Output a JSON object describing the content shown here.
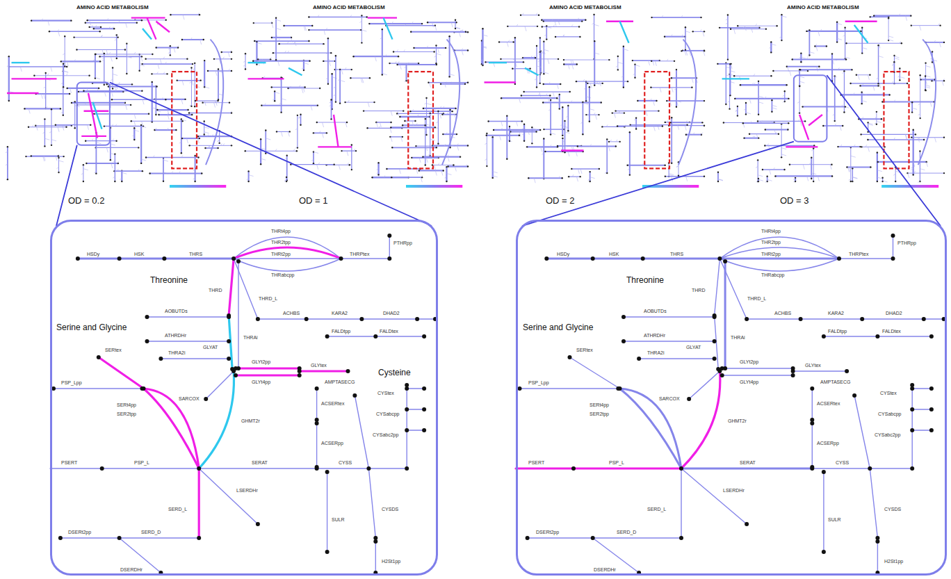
{
  "diagram": {
    "nodes": [
      {
        "text": [
          "AMINO ACID METABOLISM",
          "OD = 0.2"
        ]
      },
      {
        "text": [
          "AMINO ACID METABOLISM",
          "OD = 1"
        ]
      },
      {
        "text": [
          "AMINO ACID METABOLISM",
          "OD = 2"
        ]
      },
      {
        "text": [
          "AMINO ACID METABOLISM",
          "OD = 3"
        ]
      },
      {
        "text": [
          "Threonine",
          "Serine and Glycine",
          "Cysteine"
        ]
      },
      {
        "text": [
          "Threonine",
          "Serine and Glycine"
        ]
      }
    ],
    "edges": [
      {
        "from": 0,
        "to": 4,
        "arrow": "none"
      },
      {
        "from": 3,
        "to": 5,
        "arrow": "none"
      }
    ],
    "labels": [
      "HSDy",
      "HSK",
      "THRS",
      "THRt4pp",
      "THR2tpp",
      "THRt2pp",
      "THRabcpp",
      "THRPtex",
      "PTHRpp",
      "THRD",
      "THRD_L",
      "ACHBS",
      "KARA2",
      "DHAD2",
      "THRAi",
      "AOBUTDs",
      "ATHRDHr",
      "THRA2i",
      "GLYAT",
      "FALDtpp",
      "FALDtex",
      "SARCOX",
      "GLYt2pp",
      "GLYt4pp",
      "GLYtex",
      "SERtex",
      "PSP_Lpp",
      "SERt4pp",
      "SER2tpp",
      "GHMT2r",
      "ACSERtex",
      "ACSERpp",
      "AMPTASECG",
      "PSERT",
      "PSP_L",
      "SERAT",
      "CYSS",
      "CYStex",
      "CYSabcpp",
      "CYSabc2pp",
      "LSERDHr",
      "SERD_L",
      "SERD_D",
      "DSERt2pp",
      "DSERDHr",
      "SULR",
      "CYSDS",
      "H2St1pp",
      "HSDy",
      "HSK",
      "THRS",
      "THRt4pp",
      "THR2tpp",
      "THRt2pp",
      "THRabcpp",
      "THRPtex",
      "PTHRpp",
      "THRD",
      "THRD_L",
      "ACHBS",
      "KARA2",
      "DHAD2",
      "THRAi",
      "AOBUTDs",
      "ATHRDHr",
      "THRA2i",
      "GLYAT",
      "FALDtpp",
      "FALDtex",
      "SARCOX",
      "GLYt2pp",
      "GLYt4pp",
      "GLYtex",
      "SERtex",
      "PSP_Lpp",
      "SERt4pp",
      "SER2tpp",
      "GHMT2r",
      "ACSERtex",
      "ACSERpp",
      "AMPTASECG",
      "PSERT",
      "PSP_L",
      "SERAT",
      "CYSS",
      "CYStex",
      "CYSabcpp",
      "CYSabc2pp",
      "LSERDHr",
      "SERD_L",
      "SERD_D",
      "DSERt2pp",
      "DSERDHr",
      "SULR",
      "CYSDS",
      "H2St1pp"
    ]
  }
}
